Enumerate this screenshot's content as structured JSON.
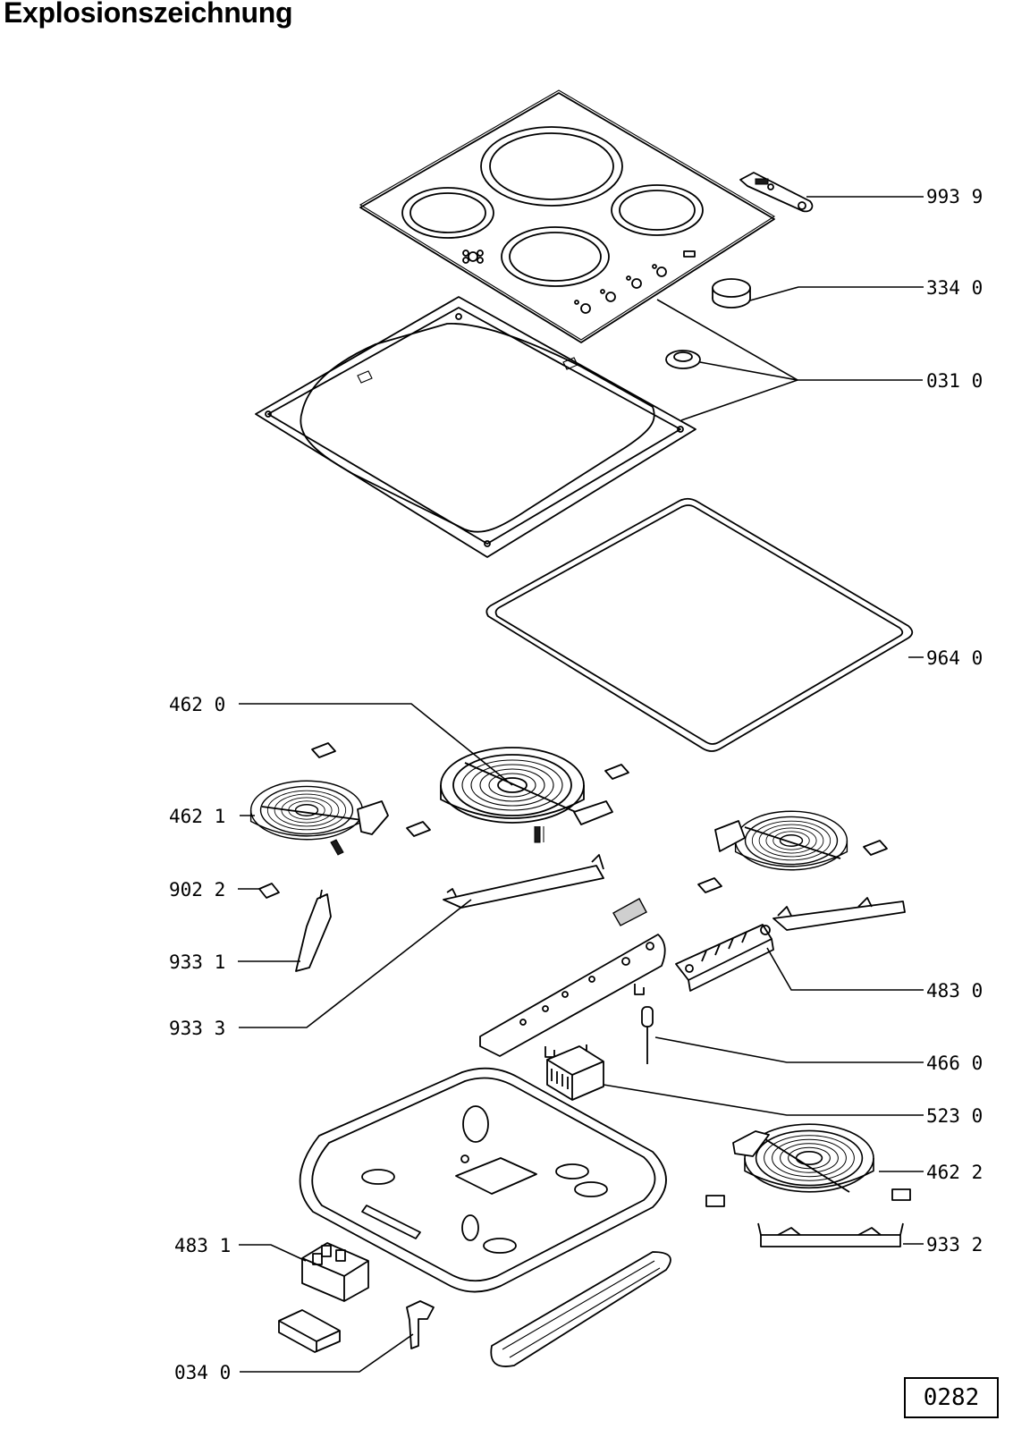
{
  "title": "Explosionszeichnung",
  "drawing_code": "0282",
  "part_labels": {
    "p9939": "993 9",
    "p3340": "334 0",
    "p0310": "031 0",
    "p9640": "964 0",
    "p4620": "462 0",
    "p4621": "462 1",
    "p9022": "902 2",
    "p9331": "933 1",
    "p9333": "933 3",
    "p4830": "483 0",
    "p4660": "466 0",
    "p5230": "523 0",
    "p4622": "462 2",
    "p9332": "933 2",
    "p4831": "483 1",
    "p0340": "034 0"
  }
}
